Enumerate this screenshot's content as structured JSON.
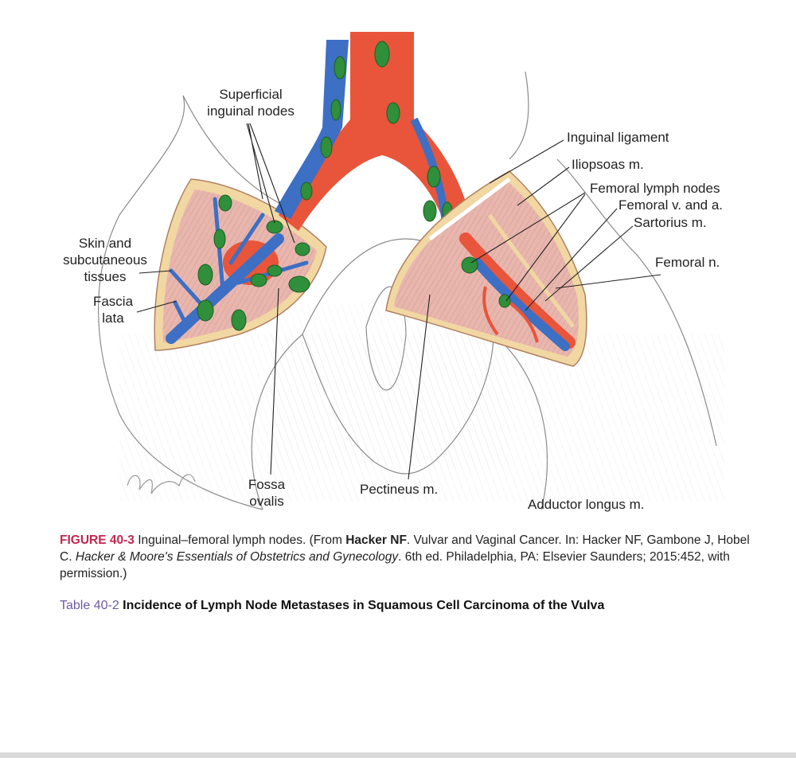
{
  "figure": {
    "labels": {
      "superficial_inguinal_nodes": [
        "Superficial",
        "inguinal nodes"
      ],
      "skin_subcutaneous": [
        "Skin and",
        "subcutaneous",
        "tissues"
      ],
      "fascia_lata": [
        "Fascia",
        "lata"
      ],
      "fossa_ovalis": [
        "Fossa",
        "ovalis"
      ],
      "pectineus": "Pectineus m.",
      "adductor_longus": "Adductor longus m.",
      "inguinal_ligament": "Inguinal ligament",
      "iliopsoas": "Iliopsoas m.",
      "femoral_lymph_nodes": "Femoral lymph nodes",
      "femoral_v_a": "Femoral v. and a.",
      "sartorius": "Sartorius m.",
      "femoral_n": "Femoral n."
    },
    "colors": {
      "artery": "#e8553a",
      "vein": "#3d6fc4",
      "node": "#2f8f3a",
      "tissue": "#e9b6ae",
      "fat": "#f1d7a2"
    }
  },
  "caption": {
    "figure_number": "FIGURE 40-3",
    "text_1": " Inguinal–femoral lymph nodes. (From ",
    "author_bold": "Hacker NF",
    "text_2": ". Vulvar and Vaginal Cancer. In: Hacker NF, Gambone J, Hobel C. ",
    "book_italic": "Hacker & Moore's Essentials of Obstetrics and Gynecology",
    "text_3": ". 6th ed. Philadelphia, PA: Elsevier Saunders; 2015:452, with permission.)"
  },
  "table": {
    "number": "Table 40-2",
    "title": " Incidence of Lymph Node Metastases in Squamous Cell Carcinoma of the Vulva"
  }
}
